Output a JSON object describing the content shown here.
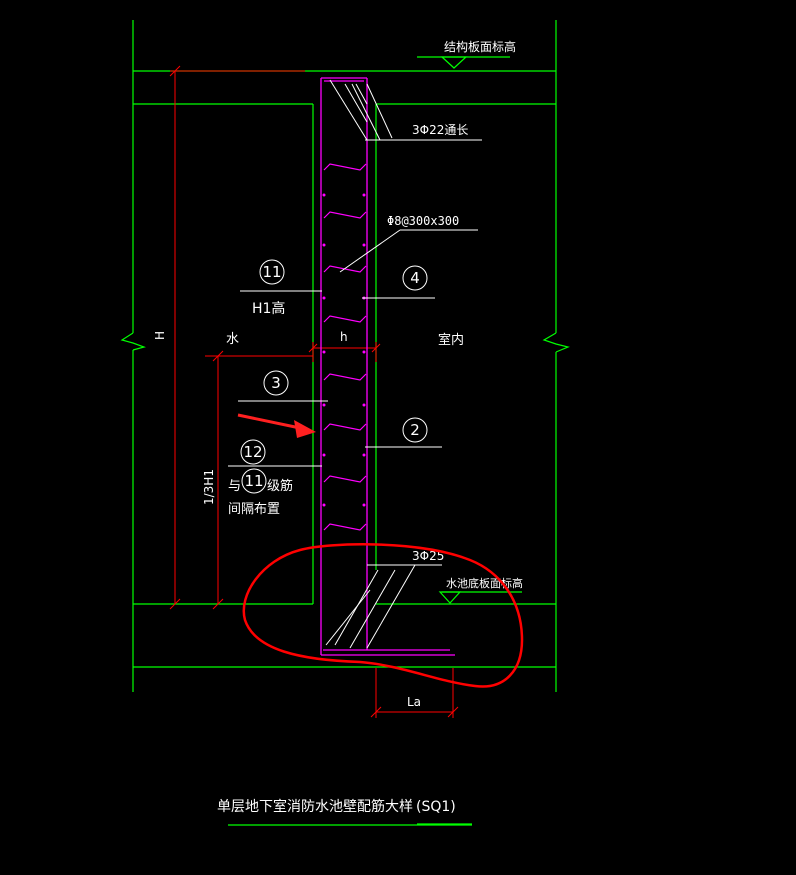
{
  "drawing": {
    "labels": {
      "top_elevation": "结构板面标高",
      "top_bar": "3Φ22通长",
      "stirrup_spec": "Φ8@300x300",
      "h1_height": "H1高",
      "h_dim": "H",
      "water_side": "水",
      "thickness": "h",
      "indoor_side": "室内",
      "one_third_h1": "1/3H1",
      "bottom_bar": "3Φ25",
      "pool_bottom_elevation": "水池底板面标高",
      "anchor_length": "La",
      "detail_title": "单层地下室消防水池壁配筋大样",
      "detail_code": "(SQ1)",
      "note_line1_prefix": "与",
      "note_line1_suffix": "级筋",
      "note_line2": "间隔布置"
    },
    "callouts": [
      {
        "id": "c11a",
        "num": "11"
      },
      {
        "id": "c4",
        "num": "4"
      },
      {
        "id": "c3",
        "num": "3"
      },
      {
        "id": "c2",
        "num": "2"
      },
      {
        "id": "c12",
        "num": "12"
      },
      {
        "id": "c11b",
        "num": "11"
      }
    ],
    "colors": {
      "background": "#000000",
      "structure_line": "#00ff00",
      "wall_rebar": "#ff00ff",
      "dimension_line": "#ff0000",
      "annotation_text": "#ffffff",
      "highlight_circle": "#ff0000",
      "arrow": "#ff2020"
    }
  }
}
